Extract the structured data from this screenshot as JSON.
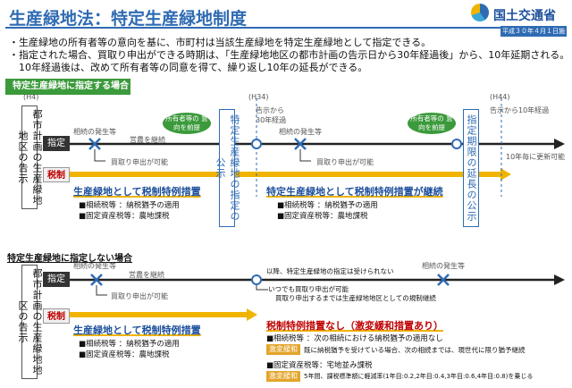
{
  "header": {
    "title": "生産緑地法：特定生産緑地制度",
    "logo_text": "国土交通省",
    "date_badge": "平成３０年４月１日施行"
  },
  "bullets": [
    "・生産緑地の所有者等の意向を基に、市町村は当該生産緑地を特定生産緑地として指定できる。",
    "・指定された場合、買取り申出ができる時期は、「生産緑地地区の都市計画の告示日から30年経過後」から、10年延期される。",
    "　10年経過後は、改めて所有者等の同意を得て、繰り返し10年の延長ができる。"
  ],
  "designated": {
    "section_label": "特定生産緑地に指定する場合",
    "side_label": "都市計画の生産緑地地区の告示",
    "h4": "(H4)",
    "h34": "(H34)",
    "h44": "(H44)",
    "notice_30": "告示から\n30年経過",
    "notice_40": "告示から10年経過",
    "designation_box": "特定生産緑地の指定の公示",
    "extension_box": "指定期限の延長の公示",
    "consent": "所有者等の\n意向を前提",
    "tag_designation": "指定",
    "tag_tax": "税制",
    "inheritance": "相続の発生等",
    "continue_farming": "営農を継続",
    "purchase_possible": "買取り申出が可能",
    "renew": "10年毎に更新可能",
    "tax_heading_1": "生産緑地として税制特例措置",
    "tax_heading_2": "特定生産緑地として税制特例措置が継続",
    "tax_items": [
      "■相続税等 ：納税猶予の適用",
      "■固定資産税等：農地課税"
    ]
  },
  "not_designated": {
    "section_label": "特定生産緑地に指定しない場合",
    "side_label": "都市計画の生産緑地地区の告示",
    "tag_designation": "指定",
    "tag_tax": "税制",
    "inheritance": "相続の発生等",
    "continue_farming": "営農を継続",
    "purchase_possible": "買取り申出が可能",
    "no_more": "以降、特定生産緑地の指定は受けられない",
    "anytime": "いつでも買取り申出が可能",
    "until_note": "買取り申出するまでは生産緑地地区としての規制継続",
    "tax_heading_1": "生産緑地として税制特例措置",
    "tax_items": [
      "■相続税等 ：納税猶予の適用",
      "■固定資産税等：農地課税"
    ],
    "no_special_heading": "税制特例措置なし（激変緩和措置あり）",
    "inh_tax": "■相続税等 ：次の相続における納税猶予の適用なし",
    "mitigation": "激変緩和",
    "inh_mitigation": "既に納税猶予を受けている場合、次の相続までは、現世代に限り猶予継続",
    "fixed_tax": "■固定資産税等：宅地並み課税",
    "fixed_mitigation": "5年間、課税標準額に軽減率(1年目:0.2,2年目:0.4,3年目:0.6,4年目:0.8)を乗じる"
  },
  "colors": {
    "accent": "#2f6bb3",
    "green": "#3b9a3b",
    "yellow": "#f0b400",
    "red": "#c00000"
  }
}
